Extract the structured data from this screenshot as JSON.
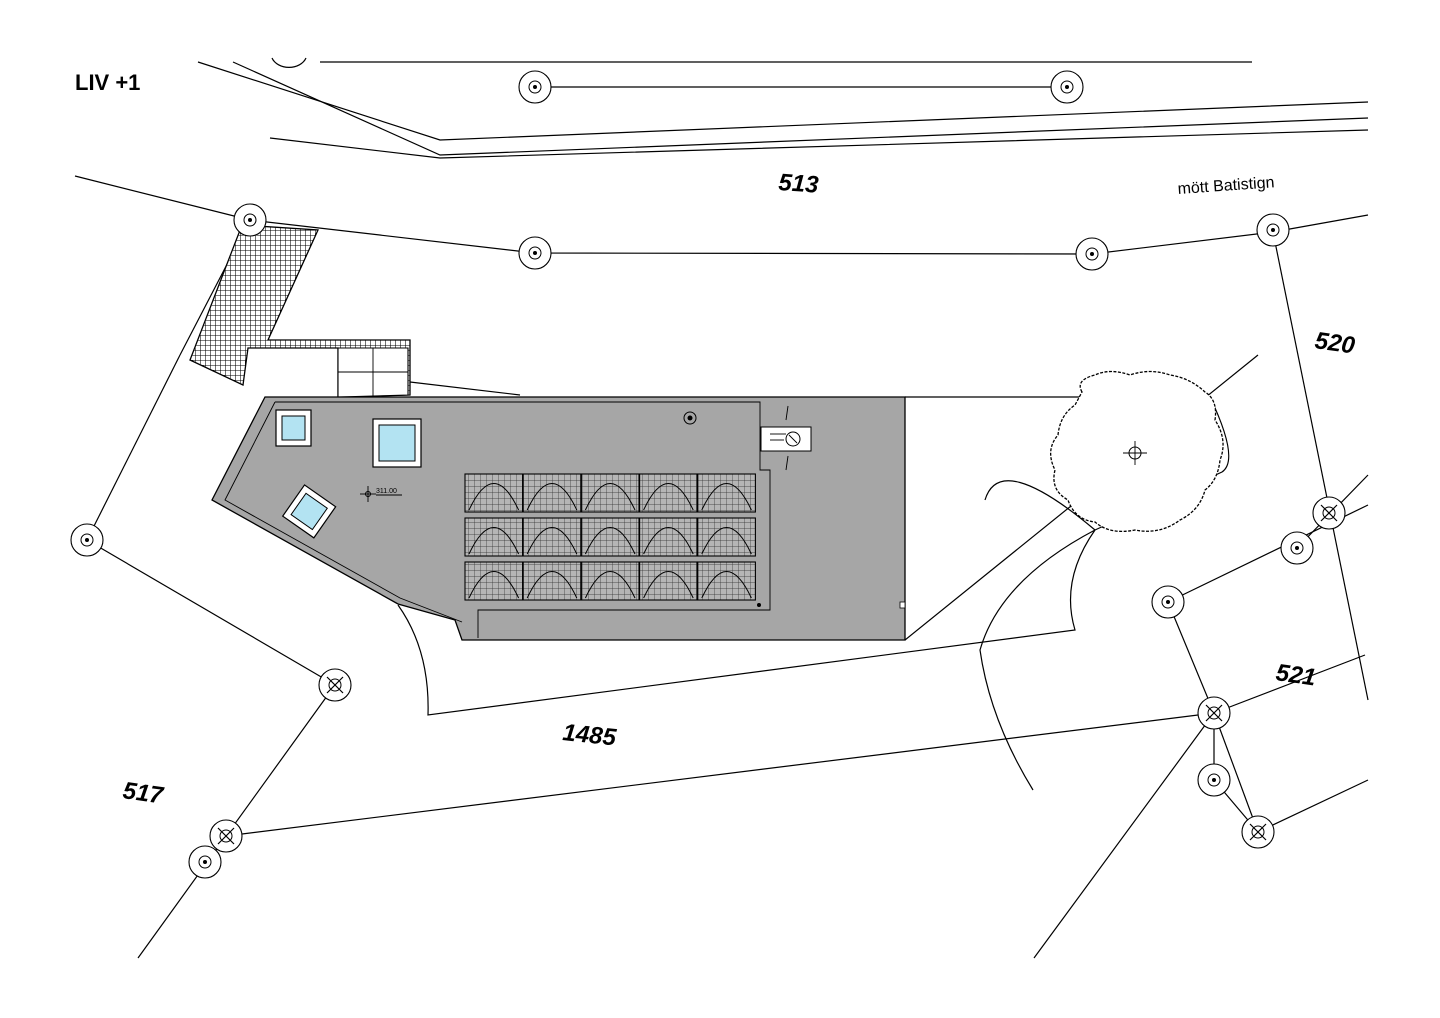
{
  "drawing": {
    "level_label": "LIV +1",
    "street_label": "mött Batistign",
    "spot_elevation": "311.00",
    "colors": {
      "roof_fill": "#a6a6a6",
      "skylight_fill": "#b3e3f2",
      "line": "#000000",
      "background": "#ffffff"
    }
  },
  "parcels": [
    {
      "number": "513"
    },
    {
      "number": "520"
    },
    {
      "number": "521"
    },
    {
      "number": "1485"
    },
    {
      "number": "517"
    }
  ],
  "solar_array": {
    "rows": 3,
    "panels_per_row": 5
  },
  "icons": [
    "survey-marker-icon",
    "tree-icon",
    "skylight-icon",
    "drain-icon"
  ]
}
